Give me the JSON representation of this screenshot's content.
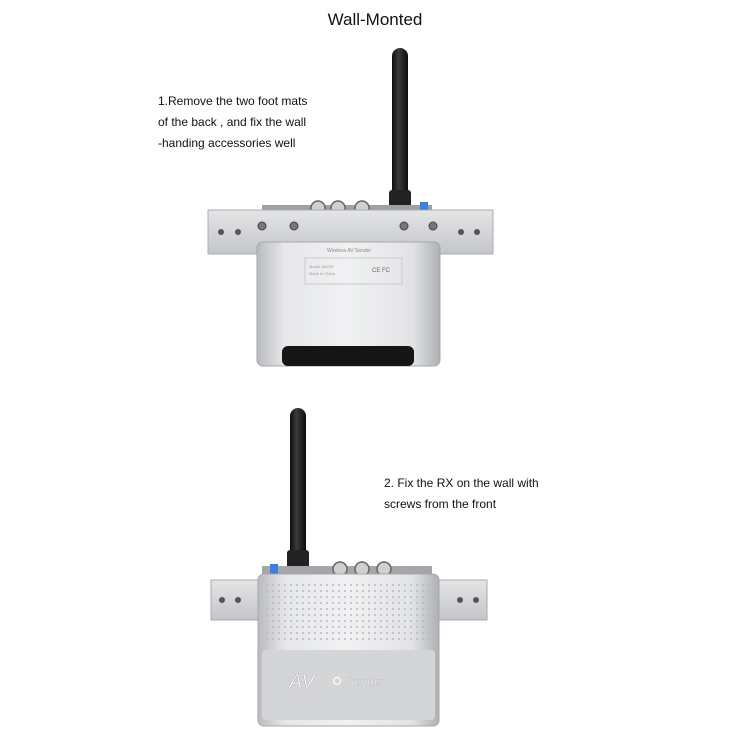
{
  "title": "Wall-Monted",
  "steps": [
    {
      "text": "1.Remove the two foot mats\nof  the back , and fix the wall\n-handing accessories well"
    },
    {
      "text": "2. Fix the RX on the wall with\nscrews from the front"
    }
  ],
  "device_back": {
    "label": "Wireless AV Sender",
    "spec_lines": [
      "Model: AV230",
      "Made in China"
    ],
    "marks": "CE FC"
  },
  "device_front": {
    "logo_main": "AV",
    "logo_sub": "Sender"
  },
  "colors": {
    "body_light": "#e8e9eb",
    "body_mid": "#c4c6c9",
    "bracket": "#d2d3d5",
    "antenna": "#1a1a1a",
    "connector_blue": "#3b7fd6"
  }
}
